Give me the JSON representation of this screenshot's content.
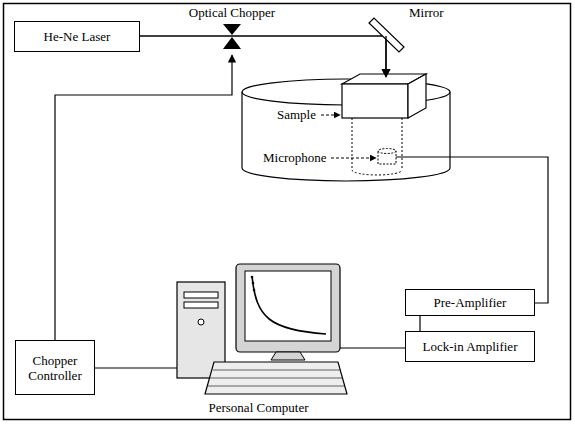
{
  "diagram": {
    "nodes": [
      {
        "text": [
          "He-Ne Laser"
        ]
      },
      {
        "text": [
          "Chopper Controller"
        ]
      },
      {
        "text": [
          "Personal Computer"
        ]
      },
      {
        "text": [
          "Pre-Amplifier"
        ]
      },
      {
        "text": [
          "Lock-in Amplifier"
        ]
      }
    ],
    "edges": [
      {
        "from": 1,
        "to": 2,
        "arrow": "none"
      },
      {
        "from": 2,
        "to": 4,
        "arrow": "none"
      },
      {
        "from": 3,
        "to": 4,
        "arrow": "none"
      }
    ],
    "labels": [
      "Optical Chopper",
      "Mirror",
      "Sample",
      "Microphone"
    ]
  }
}
